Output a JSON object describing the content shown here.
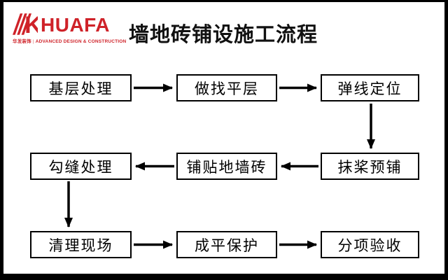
{
  "page": {
    "background": "#ffffff",
    "frame_color": "#000000"
  },
  "header": {
    "logo": {
      "brand": "HUAFA",
      "tagline_cn": "华发装饰",
      "separator": "|",
      "tagline_en": "ADVANCED DESIGN & CONSTRUCTION",
      "brand_color": "#cf2229"
    },
    "title": "墙地砖铺设施工流程"
  },
  "flowchart": {
    "nodes": [
      {
        "label": "基层处理"
      },
      {
        "label": "做找平层"
      },
      {
        "label": "弹线定位"
      },
      {
        "label": "抹桨预铺"
      },
      {
        "label": "铺贴地墙砖"
      },
      {
        "label": "勾缝处理"
      },
      {
        "label": "清理现场"
      },
      {
        "label": "成平保护"
      },
      {
        "label": "分项验收"
      }
    ],
    "connections": [
      {
        "from": "基层处理",
        "to": "做找平层",
        "direction": "right"
      },
      {
        "from": "做找平层",
        "to": "弹线定位",
        "direction": "right"
      },
      {
        "from": "弹线定位",
        "to": "抹桨预铺",
        "direction": "down"
      },
      {
        "from": "抹桨预铺",
        "to": "铺贴地墙砖",
        "direction": "left"
      },
      {
        "from": "铺贴地墙砖",
        "to": "勾缝处理",
        "direction": "left"
      },
      {
        "from": "勾缝处理",
        "to": "清理现场",
        "direction": "down"
      },
      {
        "from": "清理现场",
        "to": "成平保护",
        "direction": "right"
      },
      {
        "from": "成平保护",
        "to": "分项验收",
        "direction": "right"
      }
    ]
  }
}
